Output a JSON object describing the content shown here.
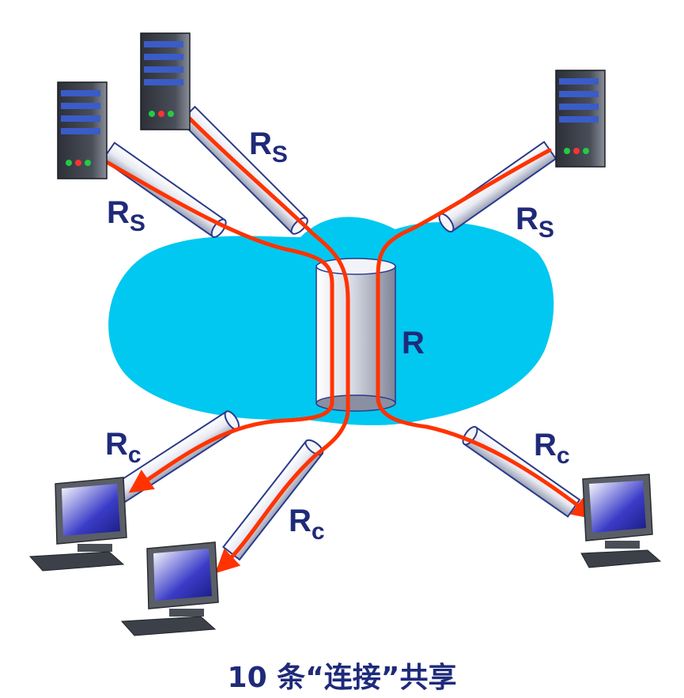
{
  "diagram": {
    "caption": "10 条“连接”共享",
    "labels": {
      "server_link": "R",
      "server_link_sub": "S",
      "client_link": "R",
      "client_link_sub": "c",
      "bottleneck_link": "R"
    },
    "colors": {
      "cloud": "#00c8f0",
      "flow": "#ff3300",
      "label_text": "#1f2a7a",
      "pipe_outline": "#2a3a8a"
    },
    "nodes": {
      "servers": [
        "server",
        "server",
        "server"
      ],
      "clients": [
        "client-computer",
        "client-computer",
        "client-computer"
      ]
    }
  }
}
